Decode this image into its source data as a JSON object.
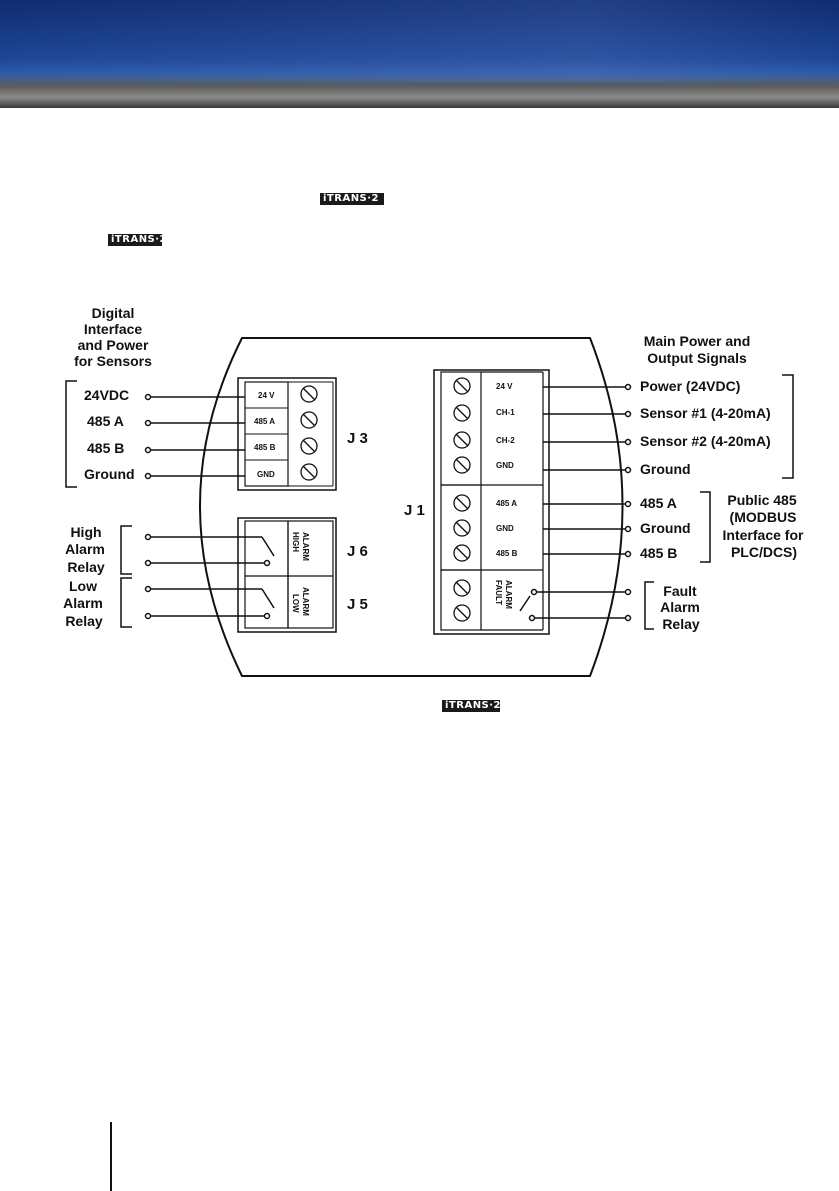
{
  "logo_text": "iTRANS·2",
  "colors": {
    "header_blue": "#1d4796",
    "header_gray": "#8a8a8a"
  },
  "diagram": {
    "left_header": [
      "Digital",
      "Interface",
      "and Power",
      "for Sensors"
    ],
    "right_header": [
      "Main Power and",
      "Output Signals"
    ],
    "j3": {
      "label": "J 3",
      "terminals": [
        "24 V",
        "485 A",
        "485 B",
        "GND"
      ],
      "wires": [
        "24VDC",
        "485 A",
        "485 B",
        "Ground"
      ]
    },
    "j6": {
      "label": "J 6",
      "relay_text": [
        "HIGH",
        "ALARM"
      ],
      "side_label": [
        "High",
        "Alarm",
        "Relay"
      ]
    },
    "j5": {
      "label": "J 5",
      "relay_text": [
        "LOW",
        "ALARM"
      ],
      "side_label": [
        "Low",
        "Alarm",
        "Relay"
      ]
    },
    "j1": {
      "label": "J 1",
      "terminals": [
        "24 V",
        "CH-1",
        "CH-2",
        "GND",
        "485 A",
        "GND",
        "485 B"
      ],
      "wires": [
        "Power (24VDC)",
        "Sensor #1 (4-20mA)",
        "Sensor #2 (4-20mA)",
        "Ground",
        "485 A",
        "Ground",
        "485 B"
      ],
      "fault_text": [
        "FAULT",
        "ALARM"
      ],
      "fault_label": [
        "Fault",
        "Alarm",
        "Relay"
      ]
    },
    "public485": [
      "Public 485",
      "(MODBUS",
      "Interface for",
      "PLC/DCS)"
    ]
  }
}
